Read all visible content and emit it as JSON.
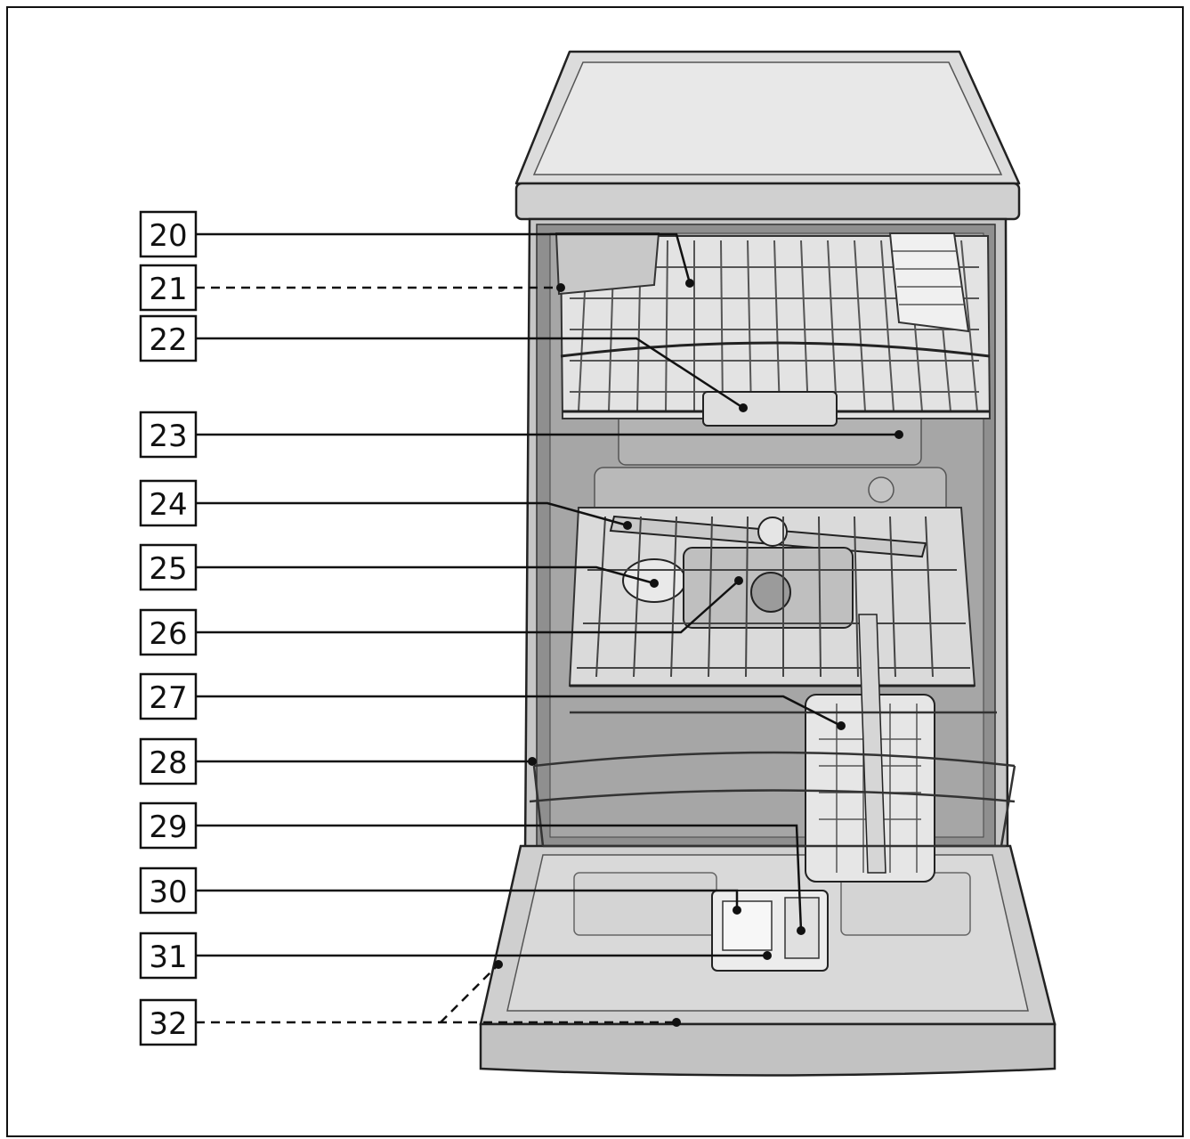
{
  "diagram": {
    "colors": {
      "frame": "#111111",
      "panel": "#d4d4d4",
      "tub": "#8f8f8f",
      "tub_inner": "#a9a9a9",
      "rack": "#f4f4f4",
      "door": "#cfcfcf",
      "leader": "#111111"
    },
    "callouts": [
      {
        "id": "20",
        "label": "20",
        "line": "solid"
      },
      {
        "id": "21",
        "label": "21",
        "line": "dashed"
      },
      {
        "id": "22",
        "label": "22",
        "line": "solid"
      },
      {
        "id": "23",
        "label": "23",
        "line": "solid"
      },
      {
        "id": "24",
        "label": "24",
        "line": "solid"
      },
      {
        "id": "25",
        "label": "25",
        "line": "solid"
      },
      {
        "id": "26",
        "label": "26",
        "line": "solid"
      },
      {
        "id": "27",
        "label": "27",
        "line": "solid"
      },
      {
        "id": "28",
        "label": "28",
        "line": "solid"
      },
      {
        "id": "29",
        "label": "29",
        "line": "solid"
      },
      {
        "id": "30",
        "label": "30",
        "line": "solid"
      },
      {
        "id": "31",
        "label": "31",
        "line": "solid"
      },
      {
        "id": "32",
        "label": "32",
        "line": "dashed"
      }
    ]
  }
}
